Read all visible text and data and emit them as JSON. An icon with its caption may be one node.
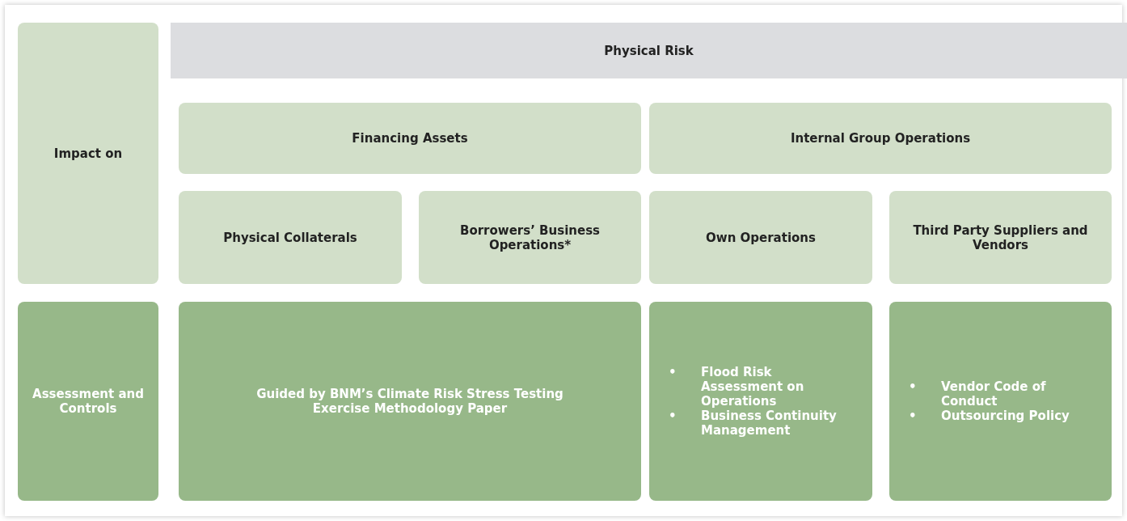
{
  "diagram": {
    "nodes": [
      {
        "text": [
          "Impact on"
        ]
      },
      {
        "text": [
          "Physical Risk"
        ]
      },
      {
        "text": [
          "Financing Assets"
        ]
      },
      {
        "text": [
          "Internal Group Operations"
        ]
      },
      {
        "text": [
          "Physical Collaterals"
        ]
      },
      {
        "text": [
          "Borrowers’ Business Operations*"
        ]
      },
      {
        "text": [
          "Own Operations"
        ]
      },
      {
        "text": [
          "Third Party Suppliers and Vendors"
        ]
      },
      {
        "text": [
          "Assessment and Controls"
        ]
      },
      {
        "text": [
          "Guided by BNM’s Climate Risk Stress Testing Exercise Methodology Paper"
        ]
      },
      {
        "text": [
          "• Flood Risk Assessment on Operations",
          "• Business Continuity Management"
        ]
      },
      {
        "text": [
          "• Vendor Code of Conduct",
          "• Outsourcing Policy"
        ]
      }
    ]
  }
}
